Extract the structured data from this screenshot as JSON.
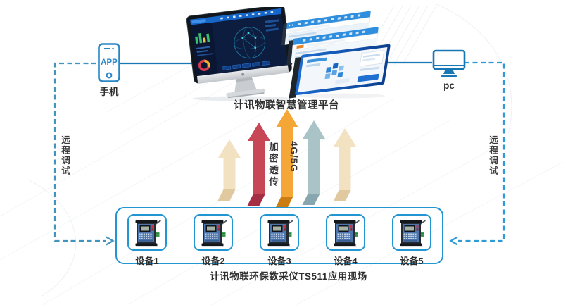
{
  "colors": {
    "accent_blue": "#2196d3",
    "solid_line_blue": "#1878b4",
    "dashed_left_blue": "#3f95bf",
    "dashed_right_blue": "#2e9ad6",
    "text_dark": "#2f2f2f"
  },
  "phone": {
    "icon": "smartphone-icon",
    "screen_text": "APP",
    "label": "手机"
  },
  "pc": {
    "icon": "desktop-monitor-icon",
    "label": "pc"
  },
  "platform": {
    "illustration": "management-platform-screens",
    "title": "计讯物联智慧管理平台"
  },
  "remote_debug_left": {
    "label": "远程调试"
  },
  "remote_debug_right": {
    "label": "远程调试"
  },
  "uplink_arrows": {
    "encrypt_label": "加密透传",
    "network_label": "4G/5G",
    "items": [
      {
        "name": "arrow-cream-left",
        "color": "#f3e2c1",
        "foot_color": "#e0c99e"
      },
      {
        "name": "arrow-red",
        "color": "#c84757",
        "foot_color": "#a42e44"
      },
      {
        "name": "arrow-orange",
        "color": "#f4a636",
        "foot_color": "#cc7d12"
      },
      {
        "name": "arrow-teal",
        "color": "#a9c3c7",
        "foot_color": "#87a6ad"
      },
      {
        "name": "arrow-cream-right",
        "color": "#f3e2c1",
        "foot_color": "#e0c99e"
      }
    ]
  },
  "site": {
    "devices": [
      {
        "label": "设备1"
      },
      {
        "label": "设备2"
      },
      {
        "label": "设备3"
      },
      {
        "label": "设备4"
      },
      {
        "label": "设备5"
      }
    ],
    "caption": "计讯物联环保数采仪TS511应用现场"
  }
}
